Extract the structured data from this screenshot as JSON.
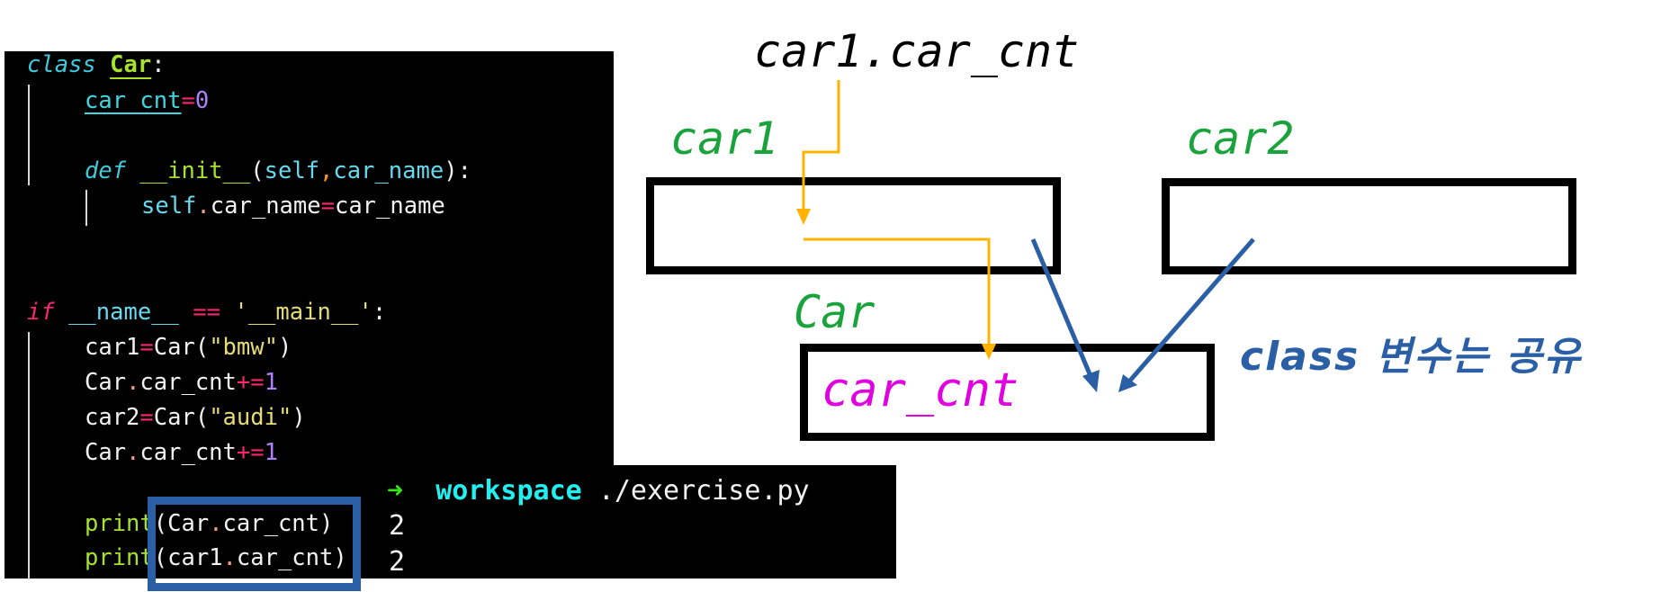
{
  "code_panel": {
    "lines": {
      "l1": {
        "kw": "class",
        "name": "Car",
        "colon": ":"
      },
      "l2": {
        "var": "car_cnt",
        "op": "=",
        "val": "0"
      },
      "l3": {
        "kw": "def",
        "fn": "__init__",
        "open": "(",
        "p1": "self",
        "comma": ",",
        "p2": "car_name",
        "close": "):"
      },
      "l4": {
        "self": "self",
        "dot": ".",
        "attr": "car_name",
        "op": "=",
        "rhs": "car_name"
      },
      "l5": {
        "kw": "if",
        "name": "__name__",
        "op": "==",
        "str": "'__main__'",
        "colon": ":"
      },
      "l6": {
        "lhs": "car1",
        "op": "=",
        "call": "Car(",
        "str": "\"bmw\"",
        "close": ")"
      },
      "l7": {
        "obj": "Car",
        "dot": ".",
        "attr": "car_cnt",
        "op": "+=",
        "val": "1"
      },
      "l8": {
        "lhs": "car2",
        "op": "=",
        "call": "Car(",
        "str": "\"audi\"",
        "close": ")"
      },
      "l9": {
        "obj": "Car",
        "dot": ".",
        "attr": "car_cnt",
        "op": "+=",
        "val": "1"
      },
      "l10": {
        "fn": "print",
        "arg": "(Car",
        "dot": ".",
        "rest": "car_cnt)"
      },
      "l11": {
        "fn": "print",
        "arg": "(car1",
        "dot": ".",
        "rest": "car_cnt)"
      }
    }
  },
  "terminal": {
    "prompt_arrow": "➜",
    "cwd": "workspace",
    "command": " ./exercise.py",
    "outputs": [
      "2",
      "2"
    ]
  },
  "diagram": {
    "expression": "car1.car_cnt",
    "instance_labels": [
      "car1",
      "car2"
    ],
    "class_label": "Car",
    "class_var": "car_cnt",
    "caption": "class 변수는 공유",
    "colors": {
      "instance_label": "#1aa33c",
      "class_var": "#e000e0",
      "lookup_arrow": "#ffb300",
      "share_arrow": "#2a5fa6",
      "caption": "#2a5fa6"
    }
  }
}
